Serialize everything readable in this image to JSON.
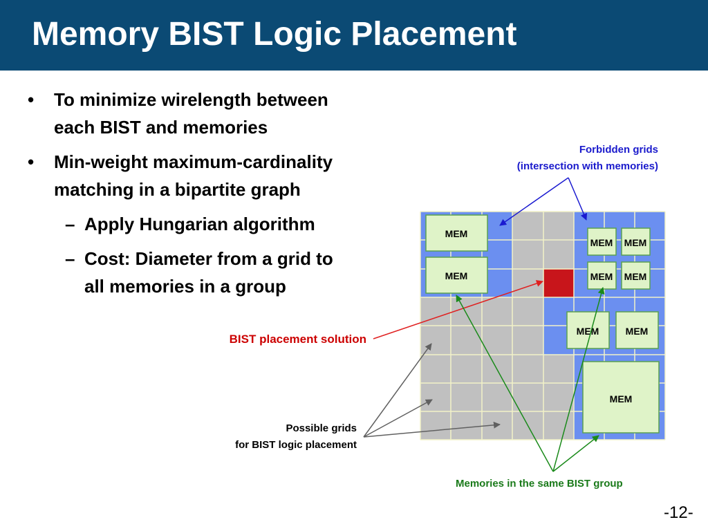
{
  "slide": {
    "title": "Memory BIST Logic Placement",
    "page_number": "-12-"
  },
  "bullets": {
    "item1_line1": "To minimize wirelength between",
    "item1_line2": "each BIST and memories",
    "item2_line1": "Min-weight maximum-cardinality",
    "item2_line2": "matching in a bipartite graph",
    "sub1": "Apply Hungarian algorithm",
    "sub2_line1": "Cost:  Diameter from a grid to",
    "sub2_line2": "all memories in a group",
    "bullet_glyph": "•",
    "dash_glyph": "–"
  },
  "annotations": {
    "forbidden_line1": "Forbidden grids",
    "forbidden_line2": "(intersection with memories)",
    "bist_solution": "BIST placement solution",
    "possible_line1": "Possible grids",
    "possible_line2": "for BIST logic placement",
    "same_group": "Memories in the same BIST group"
  },
  "diagram": {
    "memory_label": "MEM",
    "colors": {
      "forbidden": "#6b8ff0",
      "possible": "#c0c0c0",
      "solution": "#c8151b",
      "grid_line": "#f2f2c8",
      "mem_fill": "#dff3c8",
      "mem_border": "#5aa050",
      "blue_arrow": "#1a1ad0",
      "red_arrow": "#e02020",
      "gray_arrow": "#606060",
      "green_arrow": "#1a8a1a",
      "blue_text": "#1a1acc",
      "red_text": "#cc0000",
      "green_text": "#1a7a1a"
    }
  }
}
